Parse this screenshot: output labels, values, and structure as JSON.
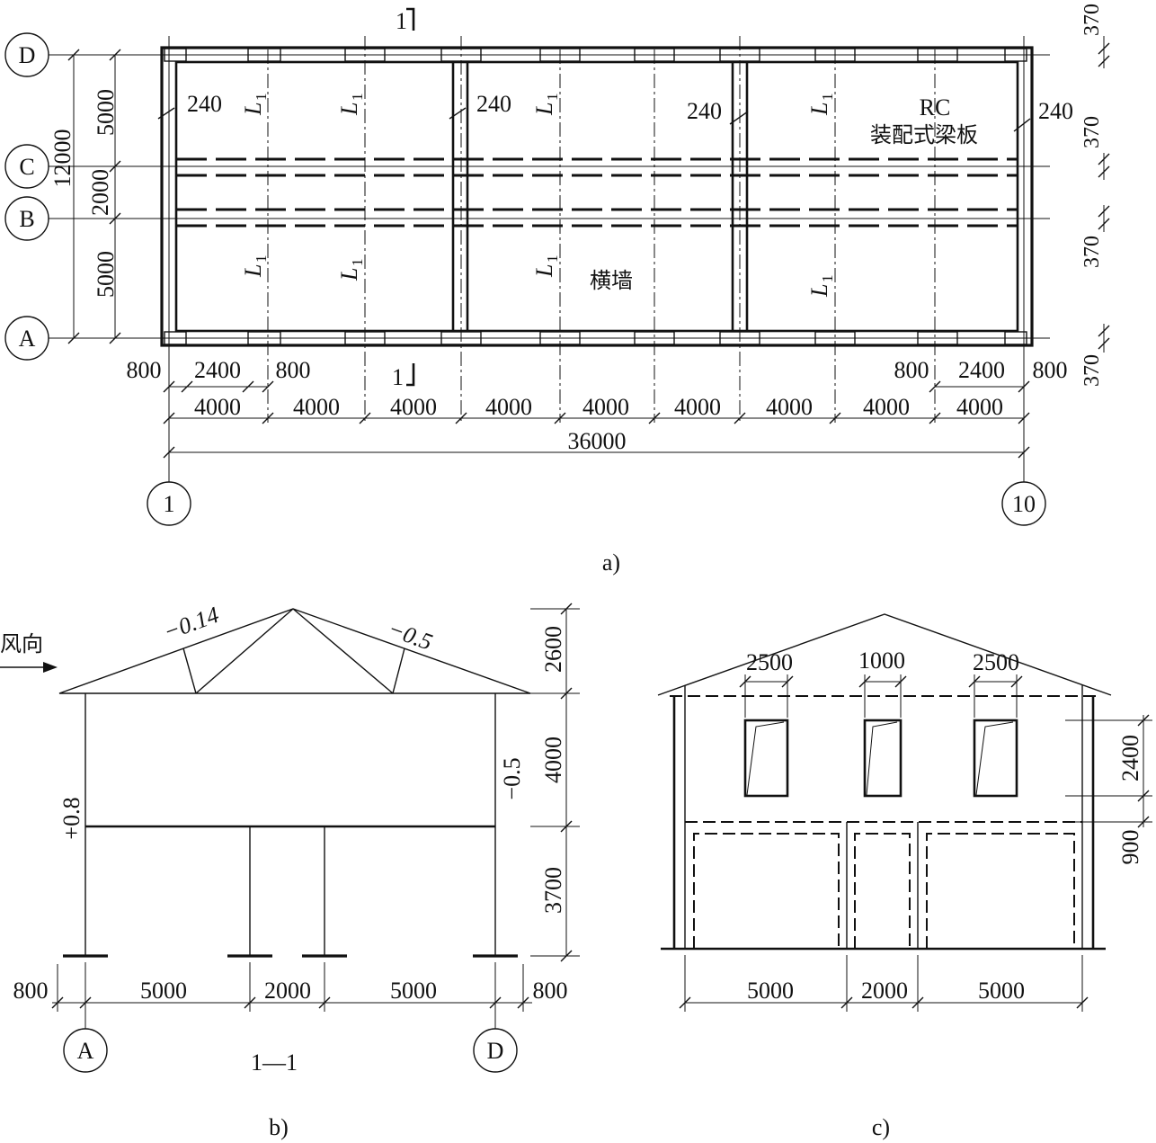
{
  "plan": {
    "axes_h": [
      "D",
      "C",
      "B",
      "A"
    ],
    "axes_v": [
      "1",
      "10"
    ],
    "left_dims": [
      "5000",
      "2000",
      "5000"
    ],
    "left_total": "12000",
    "right_dims": [
      "370",
      "370",
      "370",
      "370"
    ],
    "wall_240": "240",
    "beam_label": "L",
    "beam_sub": "1",
    "rc_label": "RC",
    "slab_label": "装配式梁板",
    "cross_wall_label": "横墙",
    "bottom_dims_1": [
      "800",
      "2400",
      "800"
    ],
    "bottom_dims_2": [
      "800",
      "2400",
      "800"
    ],
    "bay_dims": [
      "4000",
      "4000",
      "4000",
      "4000",
      "4000",
      "4000",
      "4000",
      "4000",
      "4000"
    ],
    "total_dim": "36000",
    "section_mark": "1",
    "caption": "a)"
  },
  "section": {
    "wind_label": "风向",
    "coef_left_roof": "−0.14",
    "coef_right_roof": "−0.5",
    "coef_windward": "+0.8",
    "coef_leeward": "−0.5",
    "heights": [
      "2600",
      "4000",
      "3700"
    ],
    "bottom_dims": [
      "800",
      "5000",
      "2000",
      "5000",
      "800"
    ],
    "axes": [
      "A",
      "D"
    ],
    "title": "1—1",
    "caption": "b)"
  },
  "elevation": {
    "window_dims": [
      "2500",
      "1000",
      "2500"
    ],
    "heights": [
      "2400",
      "900"
    ],
    "bottom_dims": [
      "5000",
      "2000",
      "5000"
    ],
    "caption": "c)"
  }
}
